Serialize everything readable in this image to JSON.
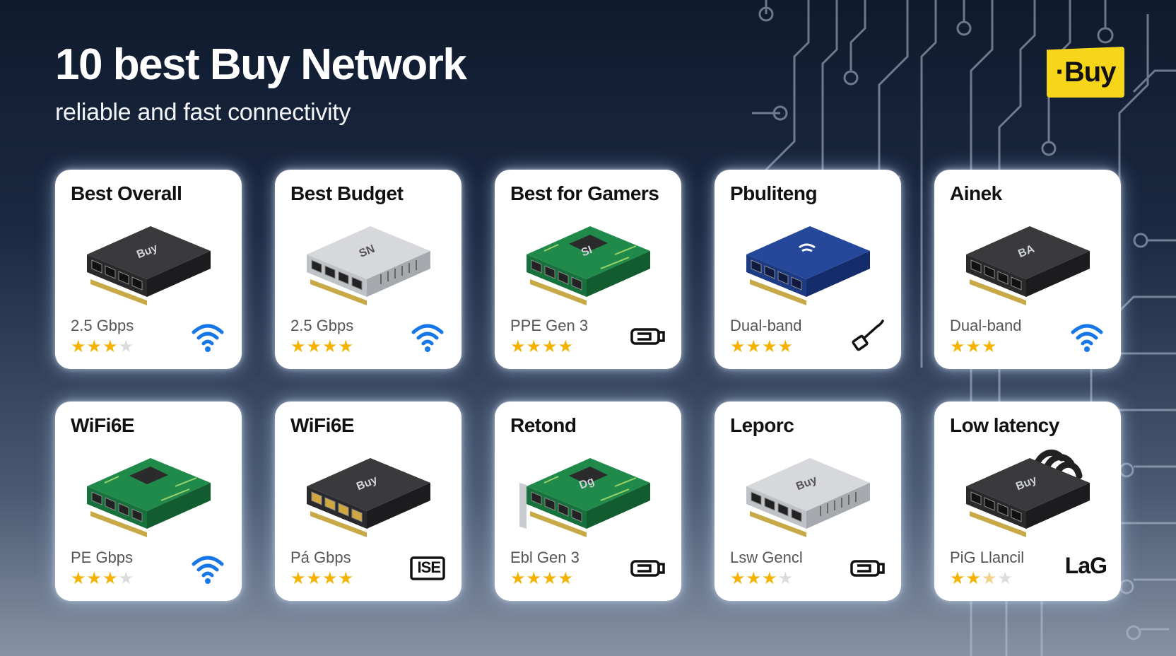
{
  "header": {
    "title": "10 best Buy Network",
    "subtitle": "reliable and fast connectivity",
    "logo_text": "·Buy"
  },
  "colors": {
    "accent": "#f7d61a",
    "star": "#f5b301",
    "wifi": "#1877e8"
  },
  "cards": [
    {
      "title": "Best Overall",
      "spec": "2.5 Gbps",
      "rating": 3,
      "max": 4,
      "icon": "wifi-icon",
      "device": "black",
      "device_label": "Buy"
    },
    {
      "title": "Best Budget",
      "spec": "2.5 Gbps",
      "rating": 4,
      "max": 4,
      "icon": "wifi-icon",
      "device": "silver",
      "device_label": "SN"
    },
    {
      "title": "Best for Gamers",
      "spec": "PPE Gen 3",
      "rating": 4,
      "max": 4,
      "icon": "usb-adapter-icon",
      "device": "green",
      "device_label": "SI"
    },
    {
      "title": "Pbuliteng",
      "spec": "Dual-band",
      "rating": 4,
      "max": 4,
      "icon": "usb-cable-icon",
      "device": "blue",
      "device_label": ""
    },
    {
      "title": "Ainek",
      "spec": "Dual-band",
      "rating": 3,
      "max": 3,
      "icon": "wifi-icon",
      "device": "black",
      "device_label": "BA"
    },
    {
      "title": "WiFi6E",
      "spec": "PE Gbps",
      "rating": 3,
      "max": 4,
      "icon": "wifi-icon",
      "device": "green",
      "device_label": ""
    },
    {
      "title": "WiFi6E",
      "spec": "Pá Gbps",
      "rating": 4,
      "max": 4,
      "icon": "ise-badge-icon",
      "icon_text": "ISE",
      "device": "black-gold",
      "device_label": "Buy"
    },
    {
      "title": "Retond",
      "spec": "Ebl Gen 3",
      "rating": 4,
      "max": 4,
      "icon": "usb-adapter-icon",
      "device": "green-bracket",
      "device_label": "Dg"
    },
    {
      "title": "Leporc",
      "spec": "Lsw Gencl",
      "rating": 3,
      "max": 4,
      "icon": "usb-adapter-icon",
      "device": "silver",
      "device_label": "Buy"
    },
    {
      "title": "Low latency",
      "spec": "PiG Llancil",
      "rating": 2,
      "max": 3,
      "half": true,
      "icon": "lag-text-icon",
      "icon_text": "LaG",
      "device": "black-cables",
      "device_label": "Buy"
    }
  ]
}
